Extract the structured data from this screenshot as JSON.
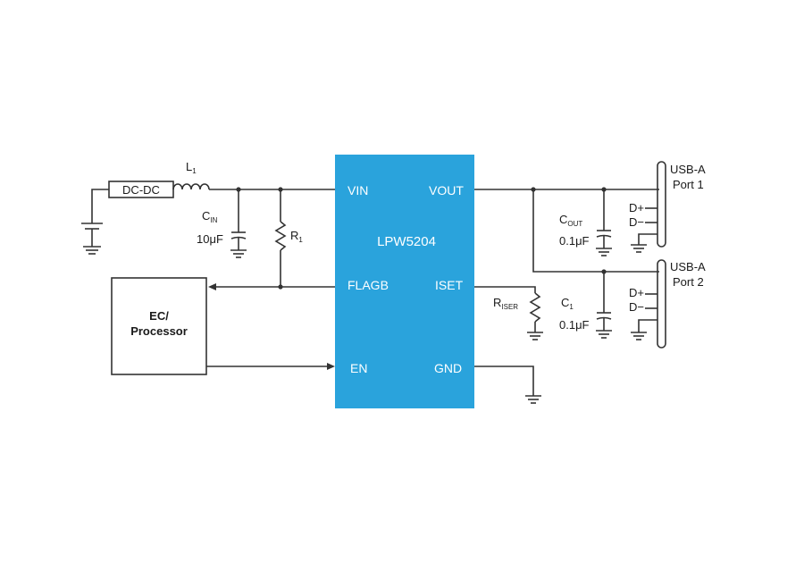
{
  "colors": {
    "chip": "#2aa3dc",
    "wire": "#333333"
  },
  "chip": {
    "name": "LPW5204",
    "pins": {
      "vin": "VIN",
      "vout": "VOUT",
      "flagb": "FLAGB",
      "iset": "ISET",
      "en": "EN",
      "gnd": "GND"
    }
  },
  "blocks": {
    "dcdc": "DC-DC",
    "ec_line1": "EC/",
    "ec_line2": "Processor"
  },
  "components": {
    "l1": {
      "main": "L",
      "sub": "1"
    },
    "cin": {
      "main": "C",
      "sub": "IN",
      "value": "10μF"
    },
    "r1": {
      "main": "R",
      "sub": "1"
    },
    "cout": {
      "main": "C",
      "sub": "OUT",
      "value": "0.1μF"
    },
    "c1": {
      "main": "C",
      "sub": "1",
      "value": "0.1μF"
    },
    "riser": {
      "main": "R",
      "sub": "ISER"
    }
  },
  "ports": {
    "port1": {
      "line1": "USB-A",
      "line2": "Port 1",
      "dplus": "D+",
      "dminus": "D−"
    },
    "port2": {
      "line1": "USB-A",
      "line2": "Port 2",
      "dplus": "D+",
      "dminus": "D−"
    }
  }
}
